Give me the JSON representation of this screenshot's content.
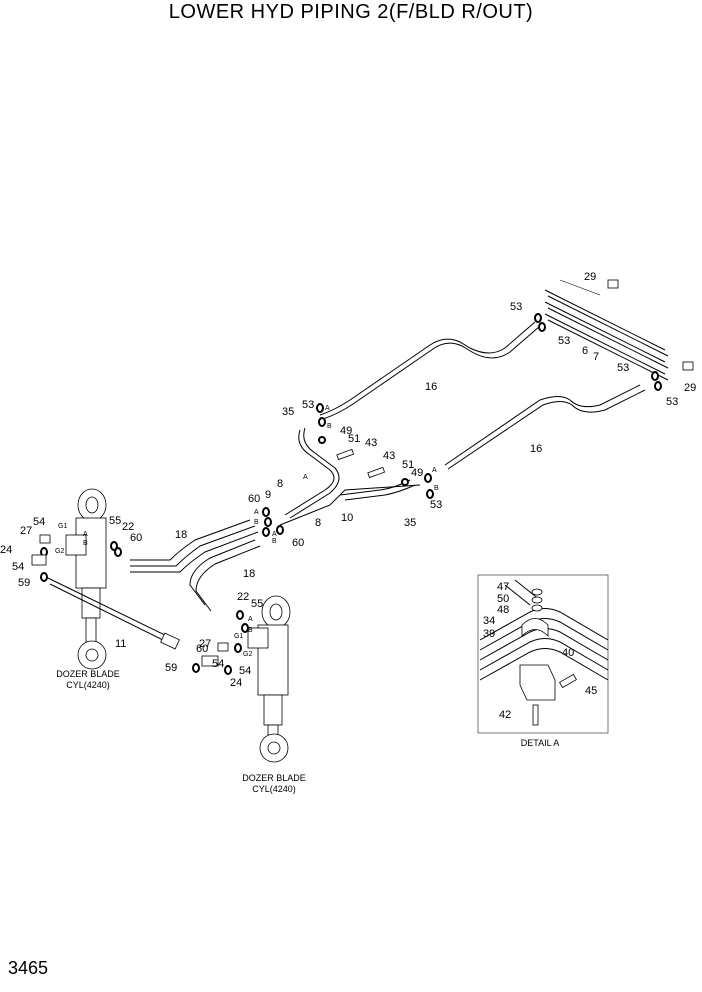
{
  "title": "LOWER HYD PIPING 2(F/BLD R/OUT)",
  "page_number": "3465",
  "cylinder_caption_line1": "DOZER BLADE",
  "cylinder_caption_line2": "CYL(4240)",
  "detail_caption": "DETAIL A",
  "callouts": {
    "c29a": "29",
    "c29b": "29",
    "c53a": "53",
    "c53b": "53",
    "c53c": "53",
    "c53d": "53",
    "c53e": "53",
    "c53f": "53",
    "c16a": "16",
    "c16b": "16",
    "c6": "6",
    "c7": "7",
    "c35a": "35",
    "c35b": "35",
    "c49a": "49",
    "c49b": "49",
    "c51a": "51",
    "c51b": "51",
    "c43a": "43",
    "c43b": "43",
    "c8a": "8",
    "c8b": "8",
    "c9": "9",
    "c10": "10",
    "c60a": "60",
    "c60b": "60",
    "c60c": "60",
    "c60d": "60",
    "c18a": "18",
    "c18b": "18",
    "c54a": "54",
    "c54b": "54",
    "c54c": "54",
    "c54d": "54",
    "c55a": "55",
    "c55b": "55",
    "c22a": "22",
    "c22b": "22",
    "c27a": "27",
    "c27b": "27",
    "c24a": "24",
    "c24b": "24",
    "c59a": "59",
    "c59b": "59",
    "c11": "11",
    "c47": "47",
    "c50": "50",
    "c48": "48",
    "c34": "34",
    "c39": "39",
    "c40": "40",
    "c45": "45",
    "c42": "42"
  },
  "port_marks": {
    "A": "A",
    "B": "B",
    "G1": "G1",
    "G2": "G2"
  }
}
